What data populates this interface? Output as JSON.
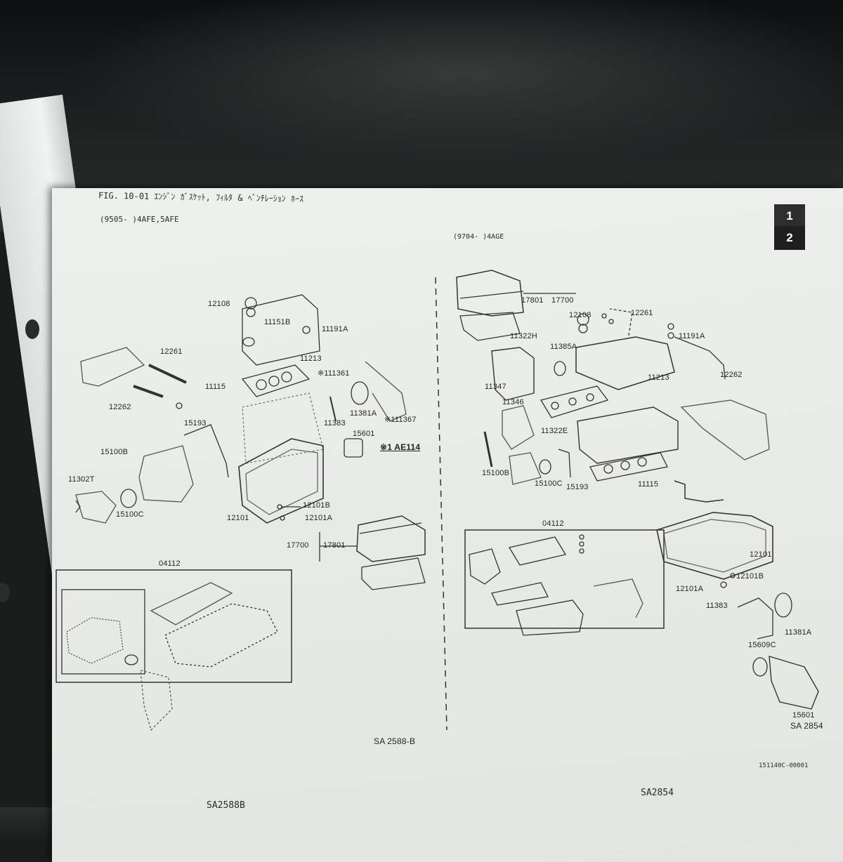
{
  "header": {
    "title": "FIG. 10-01 ｴﾝｼﾞﾝ ｶﾞｽｹｯﾄ, ﾌｨﾙﾀ & ﾍﾞﾝﾁﾚｰｼｮﾝ ﾎｰｽ",
    "tab_1": "1",
    "tab_2": "2"
  },
  "left_panel": {
    "range": "(9505-      )4AFE,5AFE",
    "note": "※1 AE114",
    "kit_number": "04112",
    "code": "SA 2588-B",
    "page_code": "SA2588B",
    "parts": [
      "12108",
      "11151B",
      "11191A",
      "11213",
      "12261",
      "11115",
      "※111361",
      "12262",
      "11383",
      "11381A",
      "※111367",
      "15193",
      "15601",
      "15100B",
      "11302T",
      "15100C",
      "12101",
      "12101B",
      "12101A",
      "17700",
      "17801"
    ]
  },
  "right_panel": {
    "range": "(9704-      )4AGE",
    "kit_number": "04112",
    "code": "SA 2854",
    "page_code": "SA2854",
    "doc_number": "151140C-00001",
    "parts": [
      "17801",
      "17700",
      "12108",
      "12261",
      "11191A",
      "11322H",
      "11385A",
      "12262",
      "11213",
      "11347",
      "11346",
      "11322E",
      "15100B",
      "15100C",
      "15193",
      "11115",
      "12101",
      "12101B",
      "12101A",
      "11383",
      "11381A",
      "15609C",
      "15601"
    ]
  }
}
